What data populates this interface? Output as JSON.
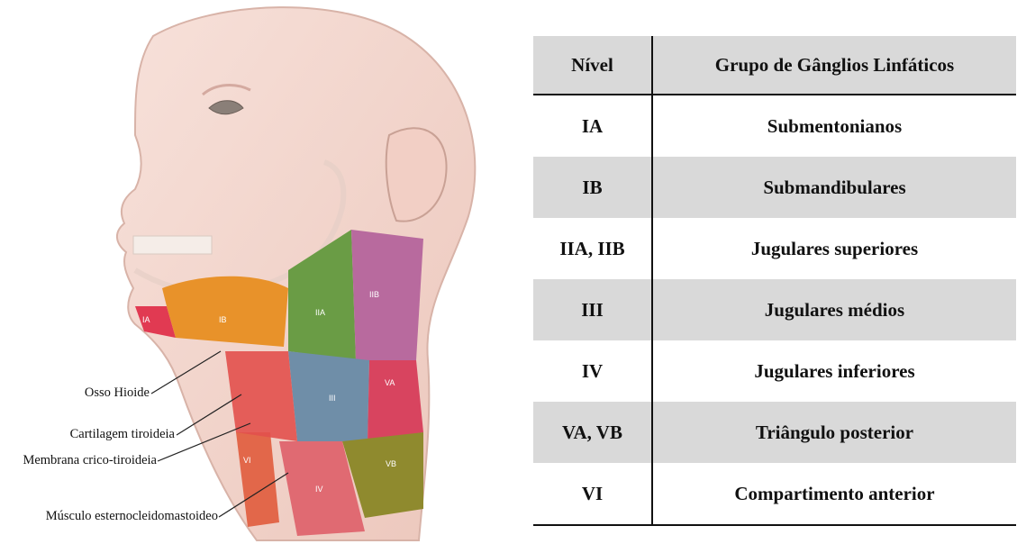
{
  "figure": {
    "zones": {
      "ia": "IA",
      "ib": "IB",
      "iia": "IIA",
      "iib": "IIB",
      "iii": "III",
      "iv": "IV",
      "va": "VA",
      "vb": "VB",
      "vi": "VI"
    },
    "callouts": {
      "hyoid": "Osso Hioide",
      "thyroid_cartilage": "Cartilagem tiroideia",
      "cricothyroid_membrane": "Membrana crico-tiroideia",
      "scm_muscle": "Músculo esternocleidomastoideo"
    }
  },
  "table": {
    "headers": {
      "level": "Nível",
      "group": "Grupo de Gânglios Linfáticos"
    },
    "rows": [
      {
        "level": "IA",
        "group": "Submentonianos"
      },
      {
        "level": "IB",
        "group": "Submandibulares"
      },
      {
        "level": "IIA, IIB",
        "group": "Jugulares superiores"
      },
      {
        "level": "III",
        "group": "Jugulares médios"
      },
      {
        "level": "IV",
        "group": "Jugulares inferiores"
      },
      {
        "level": "VA, VB",
        "group": "Triângulo posterior"
      },
      {
        "level": "VI",
        "group": "Compartimento anterior"
      }
    ]
  }
}
